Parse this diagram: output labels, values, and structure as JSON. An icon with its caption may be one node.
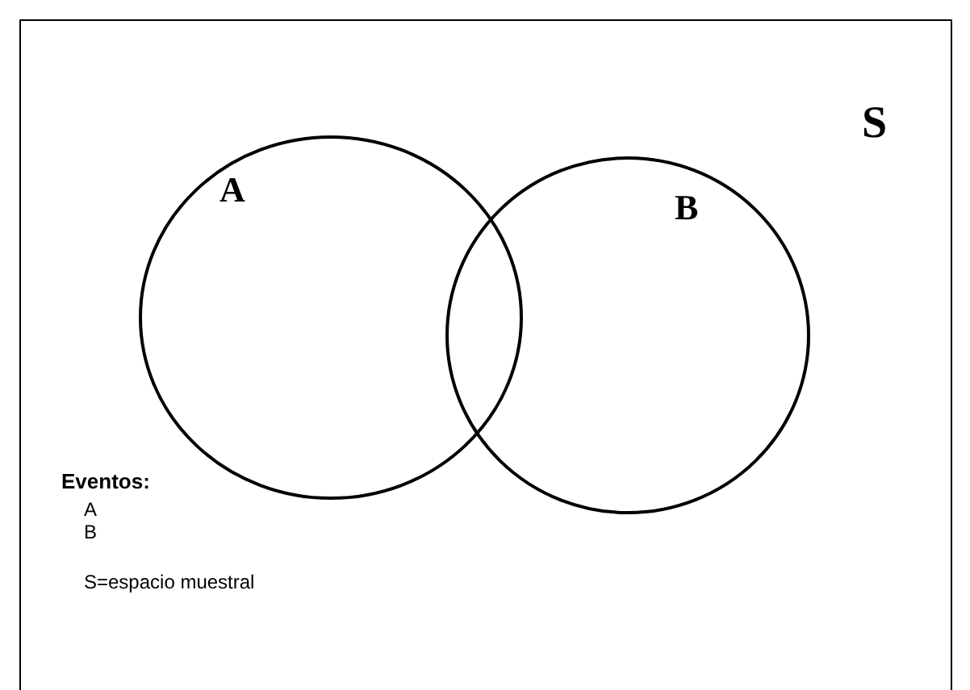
{
  "diagram": {
    "nodes": [
      {
        "text": [
          "S"
        ]
      },
      {
        "text": [
          "A"
        ],
        "in": 0
      },
      {
        "text": [
          "B"
        ],
        "in": 0
      }
    ],
    "edges": [],
    "labels": [
      "Eventos:",
      "A",
      "B",
      "S=espacio muestral"
    ]
  }
}
